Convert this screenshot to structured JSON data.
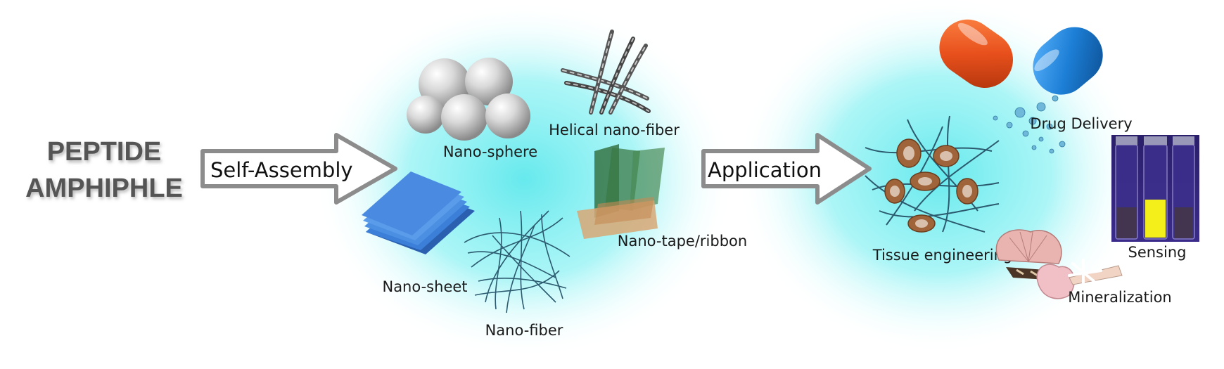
{
  "title": {
    "line1": "PEPTIDE",
    "line2": "AMPHIPHLE"
  },
  "arrows": {
    "self_assembly": "Self-Assembly",
    "application": "Application"
  },
  "nanostructures": {
    "sphere": "Nano-sphere",
    "helical": "Helical nano-fiber",
    "tape": "Nano-tape/ribbon",
    "sheet": "Nano-sheet",
    "fiber": "Nano-fiber"
  },
  "applications": {
    "drug": "Drug Delivery",
    "tissue": "Tissue engineering",
    "sensing": "Sensing",
    "mineral": "Mineralization"
  },
  "colors": {
    "glow": "#5ee8ec",
    "capsule_orange": "#e8501c",
    "capsule_blue": "#1d7fd6",
    "sheet_blue": "#3b7fd9",
    "fiber_teal": "#2b5a6e"
  }
}
